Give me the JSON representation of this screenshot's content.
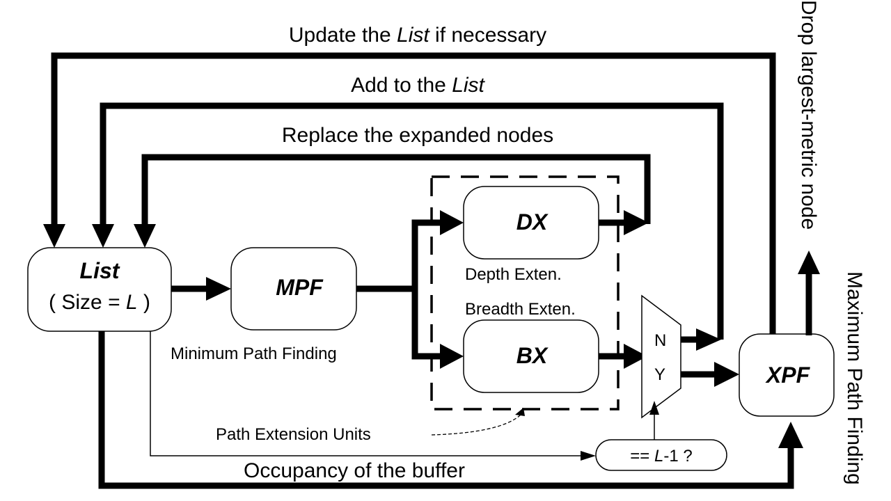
{
  "diagram": {
    "type": "block-diagram",
    "feedback_labels": {
      "update": {
        "prefix": "Update the ",
        "italic": "List",
        "suffix": " if necessary"
      },
      "add": {
        "prefix": "Add to the ",
        "italic": "List",
        "suffix": ""
      },
      "replace": "Replace the expanded nodes"
    },
    "blocks": {
      "list": {
        "title": "List",
        "sub_prefix": "( Size = ",
        "sub_italic": "L",
        "sub_suffix": " )"
      },
      "mpf": {
        "title": "MPF",
        "caption": "Minimum Path Finding"
      },
      "dx": {
        "title": "DX",
        "caption": "Depth Exten."
      },
      "bx": {
        "title": "BX",
        "caption": "Breadth Exten."
      },
      "xpf": {
        "title": "XPF",
        "caption": "Maximum Path Finding"
      },
      "mux": {
        "port_n": "N",
        "port_y": "Y"
      },
      "compare": {
        "prefix": "== ",
        "italic": "L",
        "suffix": "-1 ?"
      }
    },
    "annotations": {
      "path_extension_units": "Path Extension Units",
      "occupancy": "Occupancy of the buffer",
      "drop": "Drop largest-metric node"
    }
  }
}
